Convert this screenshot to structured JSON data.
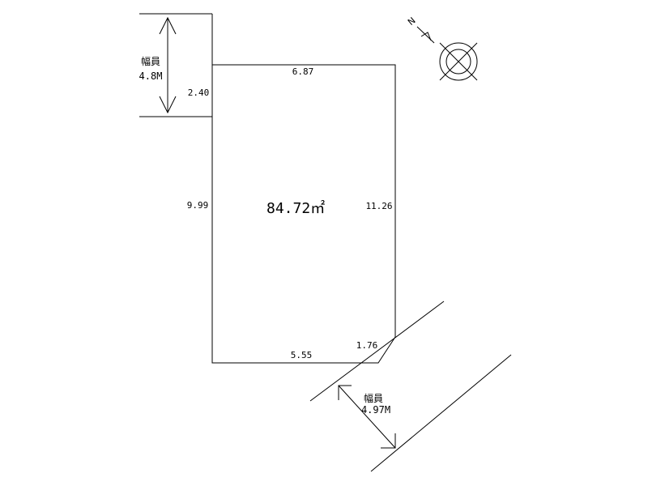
{
  "lot": {
    "area": "84.72",
    "area_unit": "㎡",
    "dimensions": {
      "top": "6.87",
      "left": "9.99",
      "right": "11.26",
      "bottom": "5.55",
      "corner_cut": "1.76",
      "road_frontage": "2.40"
    }
  },
  "roads": [
    {
      "label": "幅員",
      "width": "4.8M"
    },
    {
      "label": "幅員",
      "width": "4.97M"
    }
  ],
  "north_arrow": {
    "letter": "N",
    "icon": "north-arrow-icon"
  },
  "compass_symbol": {
    "icon": "circle-x-symbol-icon"
  }
}
